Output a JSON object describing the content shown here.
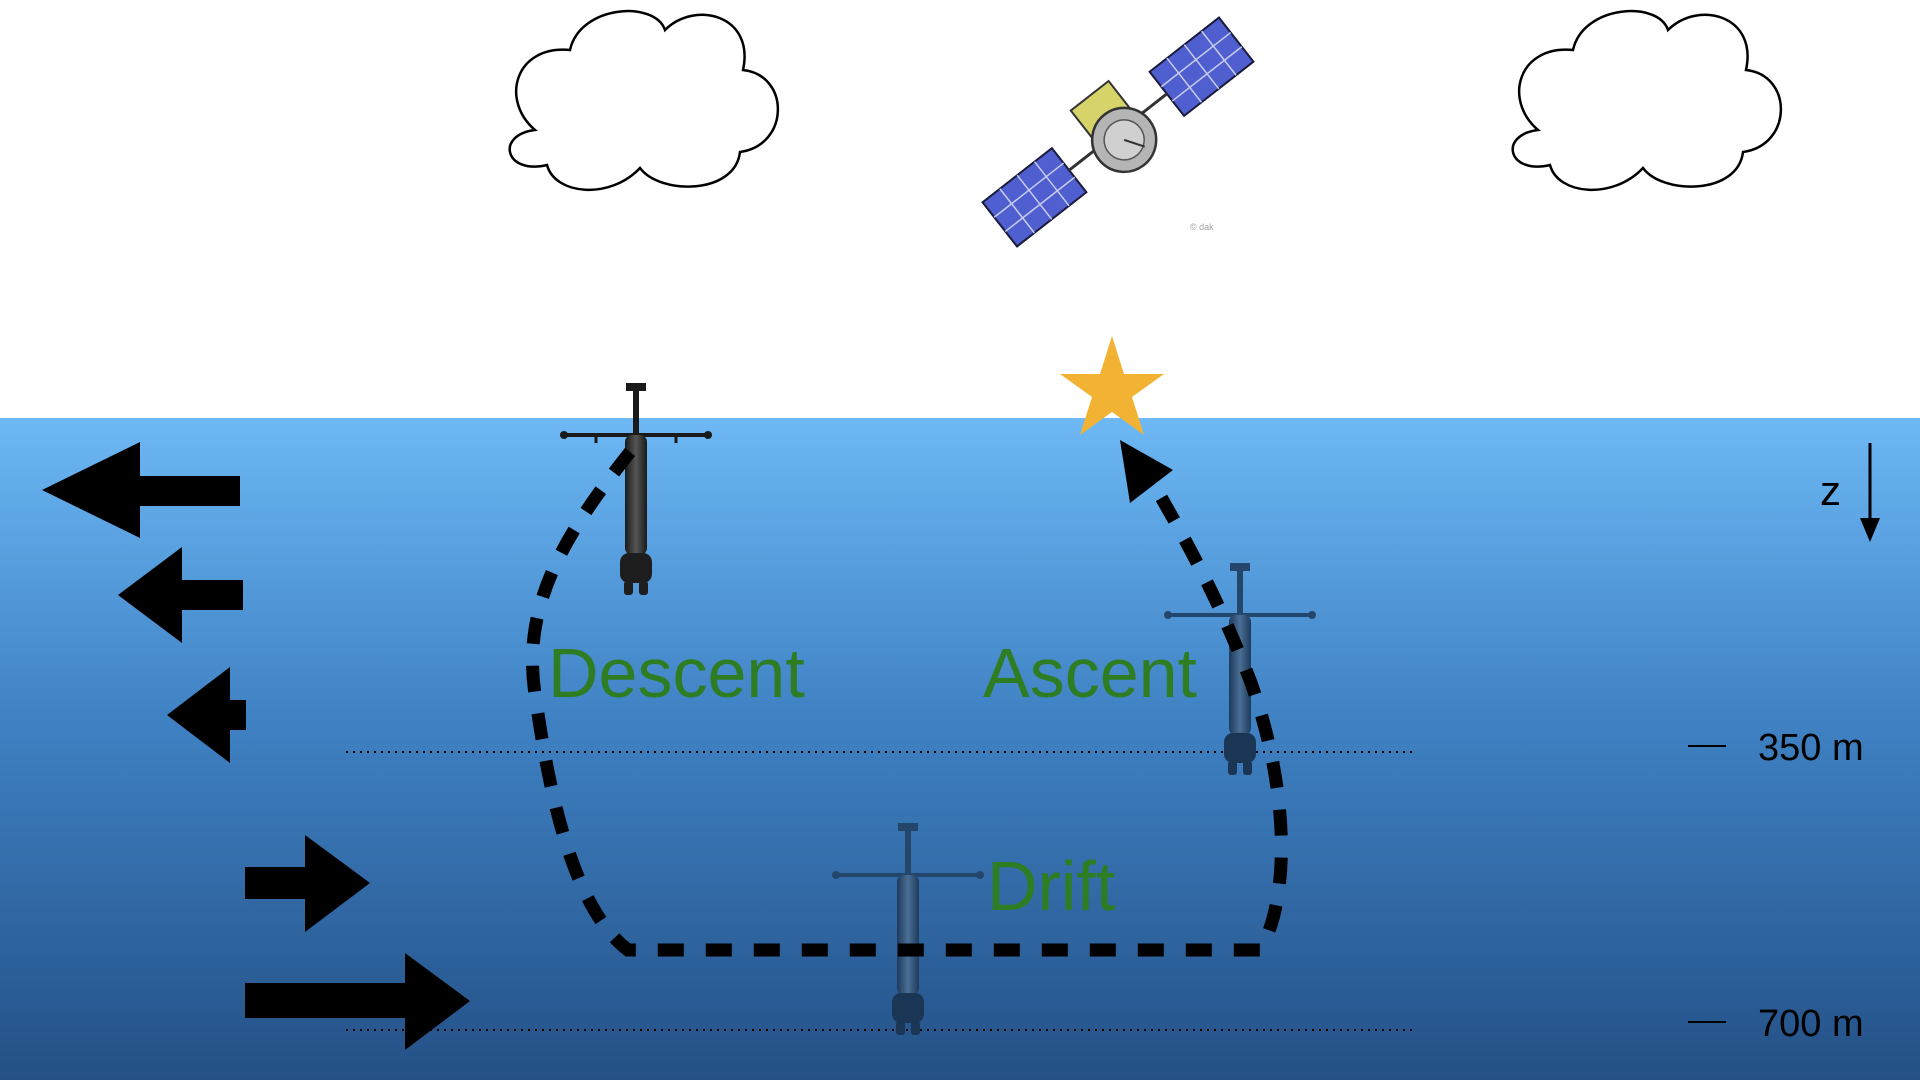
{
  "colors": {
    "sky": "#ffffff",
    "ocean_top": "#6db8f5",
    "ocean_bottom": "#245086",
    "stage_label": "#2e7d23",
    "surfacing_star": "#f2b234",
    "panel": "#4f5fcf",
    "arrow": "#000000"
  },
  "labels": {
    "descent": "Descent",
    "ascent": "Ascent",
    "drift": "Drift",
    "depth_350": "350 m",
    "depth_700": "700 m",
    "z_axis": "z",
    "image_credit": "© dak"
  },
  "current_arrows": [
    {
      "direction": "left",
      "strength": "strong"
    },
    {
      "direction": "left",
      "strength": "medium"
    },
    {
      "direction": "left",
      "strength": "weak"
    },
    {
      "direction": "right",
      "strength": "medium"
    },
    {
      "direction": "right",
      "strength": "strong"
    }
  ],
  "icons": [
    "cloud-icon",
    "satellite-icon",
    "star-icon",
    "float-icon",
    "arrow-icon"
  ]
}
